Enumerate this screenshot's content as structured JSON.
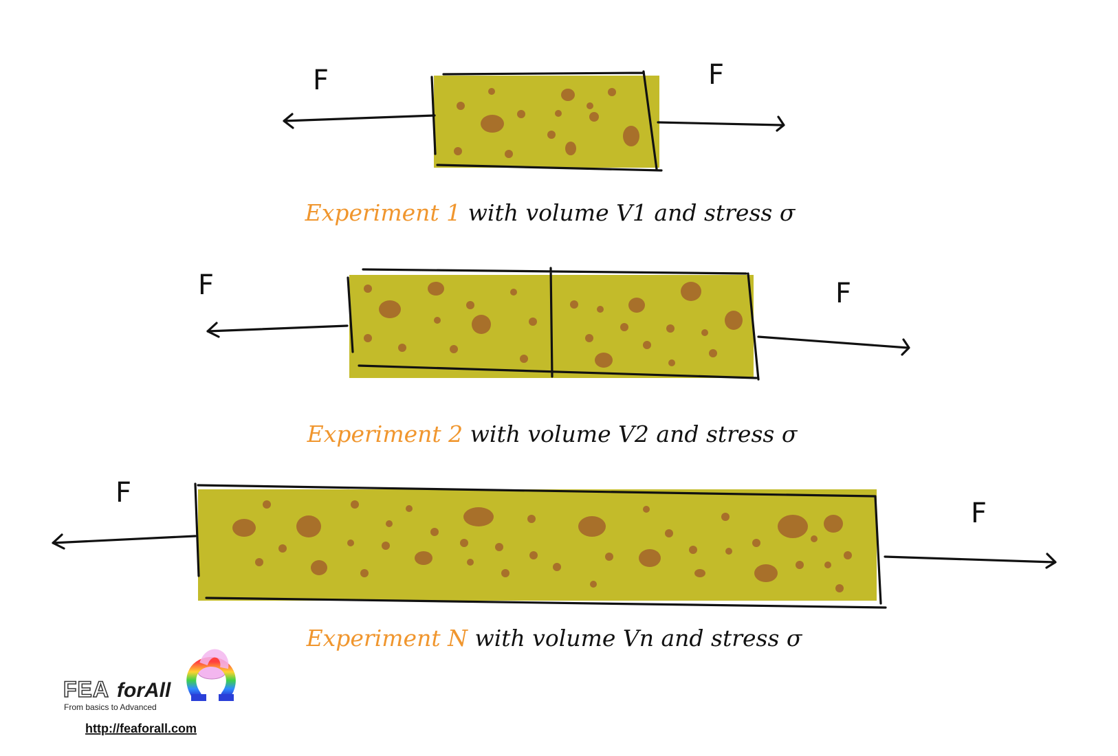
{
  "colors": {
    "specimen_fill": "#c3bb2a",
    "pore": "#a8702a",
    "accent": "#f0962e",
    "ink": "#111111"
  },
  "experiments": [
    {
      "force_left": "F",
      "force_right": "F",
      "caption_accent": "Experiment 1",
      "caption_rest": " with volume V1 and stress σ"
    },
    {
      "force_left": "F",
      "force_right": "F",
      "caption_accent": "Experiment 2",
      "caption_rest": " with volume V2 and stress σ"
    },
    {
      "force_left": "F",
      "force_right": "F",
      "caption_accent": "Experiment N",
      "caption_rest": " with volume Vn and stress σ"
    }
  ],
  "logo": {
    "brand_fea": "FEA",
    "brand_forall": "forAll",
    "tagline": "From basics to Advanced",
    "url": "http://feaforall.com"
  }
}
